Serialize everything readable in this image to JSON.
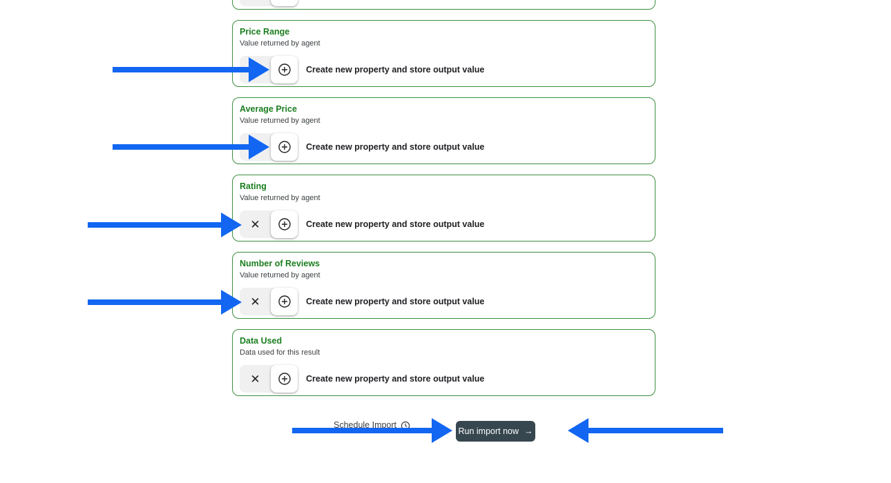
{
  "colors": {
    "title_green": "#1b7e1f",
    "border_green": "#3a8e3d",
    "arrow_blue": "#1266f1",
    "run_button_dark": "#37474f",
    "toggle_background": "#f0f0f1"
  },
  "icons": {
    "remove": "✕",
    "add": "plus-circle",
    "schedule": "clock"
  },
  "cards": [
    {
      "title": "",
      "subtitle": "",
      "action_label": ""
    },
    {
      "title": "Price Range",
      "subtitle": "Value returned by agent",
      "action_label": "Create new property and store output value"
    },
    {
      "title": "Average Price",
      "subtitle": "Value returned by agent",
      "action_label": "Create new property and store output value"
    },
    {
      "title": "Rating",
      "subtitle": "Value returned by agent",
      "action_label": "Create new property and store output value"
    },
    {
      "title": "Number of Reviews",
      "subtitle": "Value returned by agent",
      "action_label": "Create new property and store output value"
    },
    {
      "title": "Data Used",
      "subtitle": "Data used for this result",
      "action_label": "Create new property and store output value"
    }
  ],
  "footer": {
    "schedule_label": "Schedule Import",
    "run_label": "Run import now",
    "run_arrow": "→"
  }
}
